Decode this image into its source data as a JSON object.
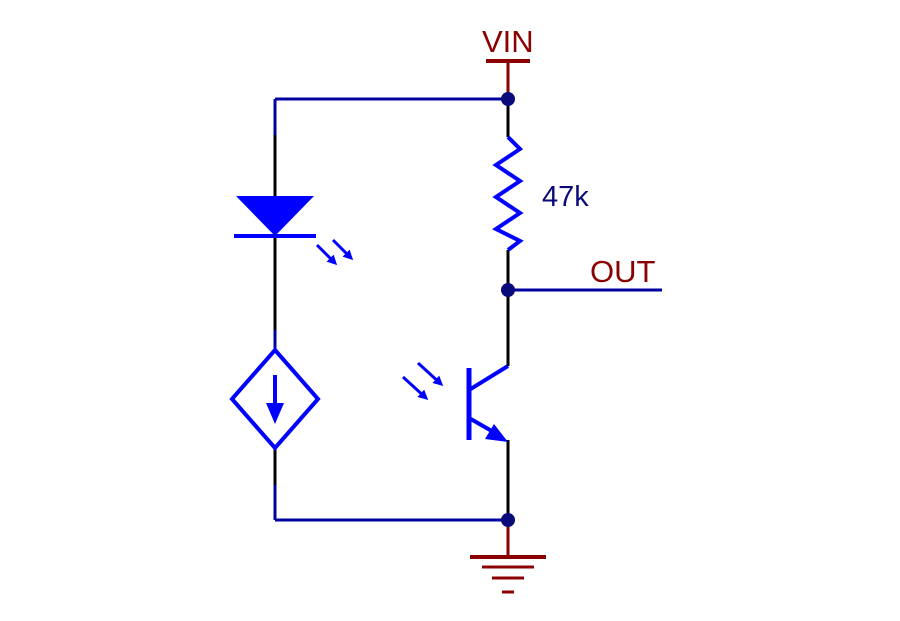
{
  "labels": {
    "vin": "VIN",
    "out": "OUT",
    "resistor_value": "47k"
  },
  "colors": {
    "wire": "#0000a0",
    "component": "#0000ff",
    "lead": "#000000",
    "power": "#8b0000",
    "junction": "#0a0a7a",
    "background": "#ffffff"
  }
}
